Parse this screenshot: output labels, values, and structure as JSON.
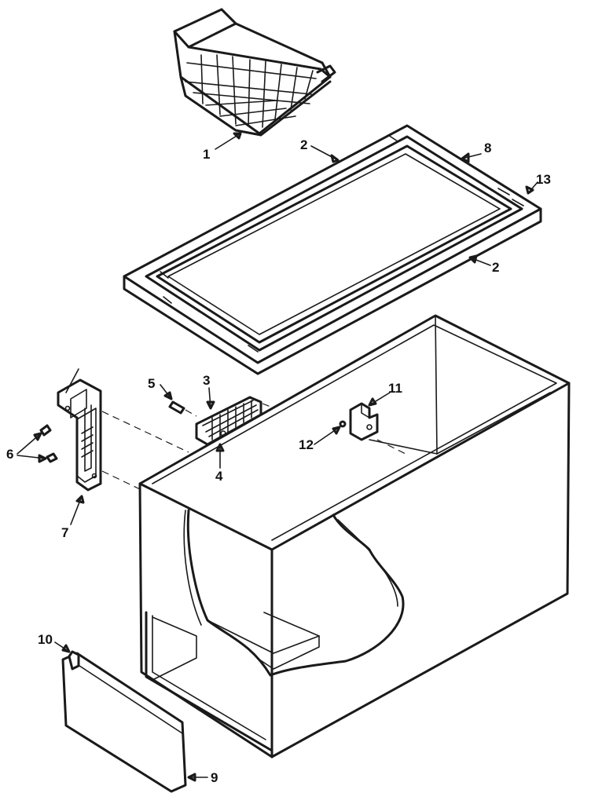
{
  "diagram": {
    "parts": [
      {
        "id": "basket",
        "callout": "1",
        "label": "1"
      },
      {
        "id": "lid-gasket-side-a",
        "callout": "2",
        "label": "2"
      },
      {
        "id": "lid-gasket-side-b",
        "callout": "2",
        "label": "2"
      },
      {
        "id": "condenser-coil",
        "callout": "3",
        "label": "3"
      },
      {
        "id": "coil-fitting",
        "callout": "4",
        "label": "4"
      },
      {
        "id": "coil-screw",
        "callout": "5",
        "label": "5"
      },
      {
        "id": "bracket-screws",
        "callout": "6",
        "label": "6"
      },
      {
        "id": "thermostat-bracket",
        "callout": "7",
        "label": "7"
      },
      {
        "id": "gasket-corner",
        "callout": "8",
        "label": "8"
      },
      {
        "id": "kick-plate",
        "callout": "9",
        "label": "9"
      },
      {
        "id": "kick-plate-tab",
        "callout": "10",
        "label": "10"
      },
      {
        "id": "latch-bracket",
        "callout": "11",
        "label": "11"
      },
      {
        "id": "latch-screw",
        "callout": "12",
        "label": "12"
      },
      {
        "id": "gasket-end",
        "callout": "13",
        "label": "13"
      }
    ]
  }
}
